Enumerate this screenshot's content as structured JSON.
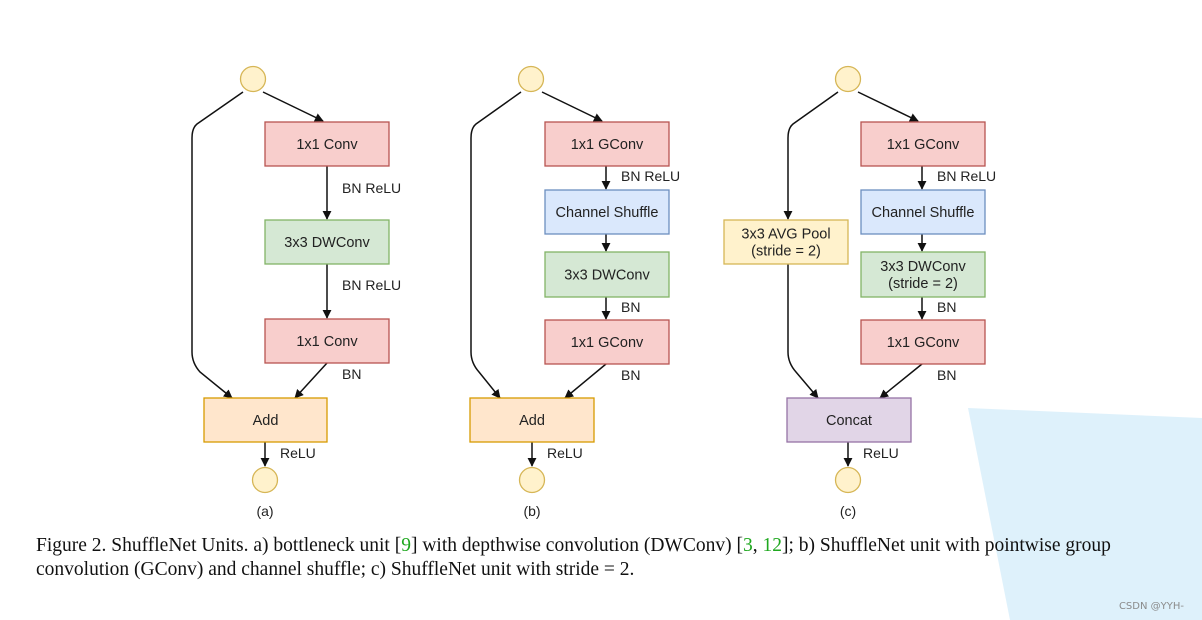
{
  "diagram": {
    "units": [
      {
        "id": "a",
        "label": "(a)",
        "boxes": [
          {
            "id": "conv1",
            "text": [
              "1x1 Conv"
            ],
            "kind": "conv"
          },
          {
            "id": "dw",
            "text": [
              "3x3 DWConv"
            ],
            "kind": "dw"
          },
          {
            "id": "conv2",
            "text": [
              "1x1 Conv"
            ],
            "kind": "conv"
          },
          {
            "id": "merge",
            "text": [
              "Add"
            ],
            "kind": "merge"
          }
        ],
        "edge_labels": [
          "BN ReLU",
          "BN ReLU",
          "BN",
          "ReLU"
        ]
      },
      {
        "id": "b",
        "label": "(b)",
        "boxes": [
          {
            "id": "gconv1",
            "text": [
              "1x1 GConv"
            ],
            "kind": "conv"
          },
          {
            "id": "shuffle",
            "text": [
              "Channel Shuffle"
            ],
            "kind": "shuffle"
          },
          {
            "id": "dw",
            "text": [
              "3x3 DWConv"
            ],
            "kind": "dw"
          },
          {
            "id": "gconv2",
            "text": [
              "1x1 GConv"
            ],
            "kind": "conv"
          },
          {
            "id": "merge",
            "text": [
              "Add"
            ],
            "kind": "merge"
          }
        ],
        "edge_labels": [
          "BN ReLU",
          "BN",
          "BN",
          "ReLU"
        ]
      },
      {
        "id": "c",
        "label": "(c)",
        "boxes": [
          {
            "id": "gconv1",
            "text": [
              "1x1 GConv"
            ],
            "kind": "conv"
          },
          {
            "id": "shuffle",
            "text": [
              "Channel Shuffle"
            ],
            "kind": "shuffle"
          },
          {
            "id": "dw",
            "text": [
              "3x3 DWConv",
              "(stride = 2)"
            ],
            "kind": "dw"
          },
          {
            "id": "gconv2",
            "text": [
              "1x1 GConv"
            ],
            "kind": "conv"
          },
          {
            "id": "pool",
            "text": [
              "3x3 AVG Pool",
              "(stride = 2)"
            ],
            "kind": "pool"
          },
          {
            "id": "merge",
            "text": [
              "Concat"
            ],
            "kind": "concat"
          }
        ],
        "edge_labels": [
          "BN ReLU",
          "BN",
          "BN",
          "ReLU"
        ]
      }
    ],
    "colors": {
      "conv": {
        "fill": "#f8cecc",
        "stroke": "#b85450"
      },
      "dw": {
        "fill": "#d5e8d4",
        "stroke": "#82b366"
      },
      "shuffle": {
        "fill": "#dae8fc",
        "stroke": "#6c8ebf"
      },
      "merge": {
        "fill": "#ffe6cc",
        "stroke": "#d79b00"
      },
      "pool": {
        "fill": "#fff2cc",
        "stroke": "#d6b656"
      },
      "concat": {
        "fill": "#e1d5e7",
        "stroke": "#9673a6"
      },
      "node": {
        "fill": "#fff2cc",
        "stroke": "#d6b656"
      },
      "arrow": "#111111",
      "cite": "#1fa81f"
    }
  },
  "caption": {
    "p1": "Figure 2. ShuffleNet Units. a) bottleneck unit [",
    "ref1": "9",
    "p2": "] with depthwise convolution (DWConv) [",
    "ref2": "3",
    "p3": ", ",
    "ref3": "12",
    "p4": "]; b) ShuffleNet unit with pointwise group convolution (GConv) and channel shuffle; c) ShuffleNet unit with stride = 2."
  },
  "watermark": "CSDN @YYH-"
}
